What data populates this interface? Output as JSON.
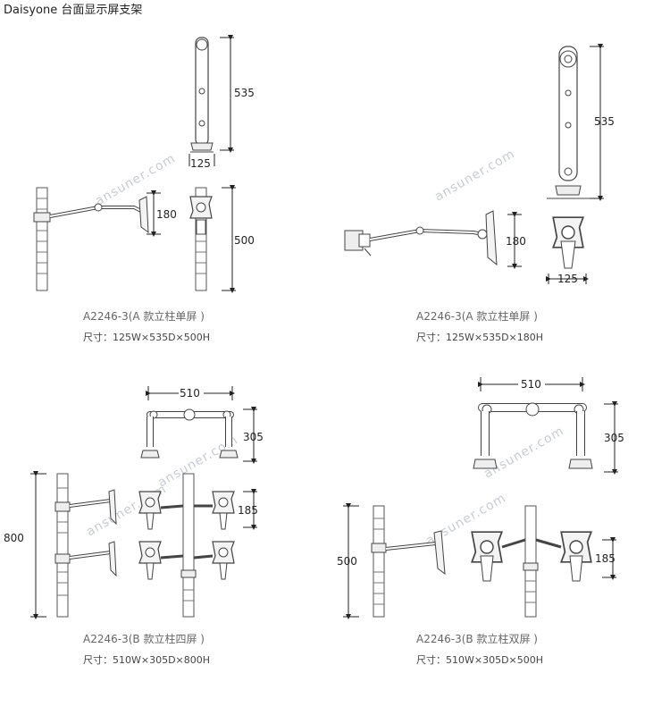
{
  "page": {
    "title": "Daisyone 台面显示屏支架"
  },
  "watermark": "ansuner.com",
  "panels": [
    {
      "model": "A2246-3(A 款立柱单屏 )",
      "size": "尺寸：125W×535D×500H",
      "dims": {
        "pole_height": "535",
        "base_width": "125",
        "screen_height": "180",
        "total_height": "500"
      }
    },
    {
      "model": "A2246-3(A 款立柱单屏 )",
      "size": "尺寸：125W×535D×180H",
      "dims": {
        "pole_height": "535",
        "screen_height": "180",
        "base_width": "125"
      }
    },
    {
      "model": "A2246-3(B 款立柱四屏 )",
      "size": "尺寸：510W×305D×800H",
      "dims": {
        "width": "510",
        "depth": "305",
        "total_height": "800",
        "screen_height": "185"
      }
    },
    {
      "model": "A2246-3(B 款立柱双屏 )",
      "size": "尺寸：510W×305D×500H",
      "dims": {
        "width": "510",
        "depth": "305",
        "total_height": "500",
        "screen_height": "185"
      }
    }
  ]
}
